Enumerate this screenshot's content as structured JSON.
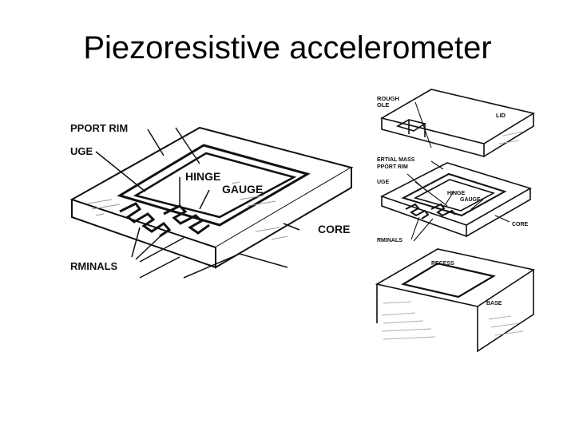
{
  "slide": {
    "title": "Piezoresistive accelerometer"
  },
  "left_figure": {
    "labels": {
      "support_rim": "PPORT RIM",
      "gauge_left": "UGE",
      "hinge": "HINGE",
      "gauge": "GAUGE",
      "core": "CORE",
      "terminals": "RMINALS"
    }
  },
  "right_figure": {
    "labels": {
      "through_hole": "ROUGH",
      "through_hole_2": "OLE",
      "lid": "LID",
      "inertial_mass": "ERTIAL MASS",
      "support_rim": "PPORT RIM",
      "gauge_left": "UGE",
      "hinge": "HINGE",
      "gauge": "GAUGE",
      "core": "CORE",
      "terminals": "RMINALS",
      "recess": "RECESS",
      "base": "BASE"
    }
  }
}
